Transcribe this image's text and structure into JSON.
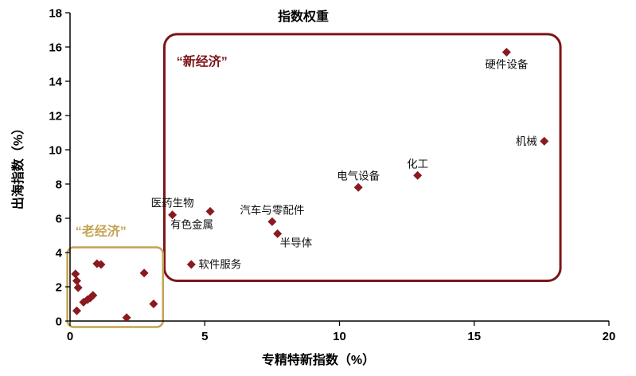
{
  "chart_data": {
    "type": "scatter",
    "title": "指数权重",
    "xlabel": "专精特新指数（%）",
    "ylabel": "出海指数（%）",
    "xlim": [
      0,
      20
    ],
    "ylim": [
      0,
      18
    ],
    "xticks": [
      0,
      5,
      10,
      15,
      20
    ],
    "yticks": [
      0,
      2,
      4,
      6,
      8,
      10,
      12,
      14,
      16,
      18
    ],
    "grid": false,
    "legend": "none",
    "marker": "diamond",
    "colors": {
      "point": "#8a1a1f",
      "new_economy_box": "#7d1518",
      "old_economy_box": "#c4a351",
      "text": "#000000",
      "axis": "#000000"
    },
    "labeled_points": [
      {
        "label": "硬件设备",
        "x": 16.2,
        "y": 15.7,
        "label_side": "below"
      },
      {
        "label": "机械",
        "x": 17.6,
        "y": 10.5,
        "label_side": "left"
      },
      {
        "label": "化工",
        "x": 12.9,
        "y": 8.5,
        "label_side": "above"
      },
      {
        "label": "电气设备",
        "x": 10.7,
        "y": 7.8,
        "label_side": "above"
      },
      {
        "label": "有色金属",
        "x": 5.2,
        "y": 6.4,
        "label_side": "below-left"
      },
      {
        "label": "医药生物",
        "x": 3.8,
        "y": 6.2,
        "label_side": "above"
      },
      {
        "label": "汽车与零配件",
        "x": 7.5,
        "y": 5.8,
        "label_side": "above"
      },
      {
        "label": "半导体",
        "x": 7.7,
        "y": 5.1,
        "label_side": "below-right"
      },
      {
        "label": "软件服务",
        "x": 4.5,
        "y": 3.3,
        "label_side": "right"
      }
    ],
    "unlabeled_points": [
      [
        0.2,
        2.75
      ],
      [
        0.25,
        2.35
      ],
      [
        0.3,
        1.95
      ],
      [
        1.0,
        3.35
      ],
      [
        1.15,
        3.3
      ],
      [
        0.5,
        1.1
      ],
      [
        0.65,
        1.25
      ],
      [
        0.75,
        1.35
      ],
      [
        0.85,
        1.5
      ],
      [
        0.25,
        0.6
      ],
      [
        2.1,
        0.2
      ],
      [
        2.75,
        2.8
      ],
      [
        3.1,
        1.0
      ]
    ],
    "regions": [
      {
        "name": "new-economy-box",
        "label": "“新经济”",
        "x0": 3.5,
        "y0": 2.35,
        "x1": 18.2,
        "y1": 16.75,
        "color": "#7d1518",
        "stroke_width": 3,
        "radius": 16,
        "label_x": 3.95,
        "label_y": 14.9
      },
      {
        "name": "old-economy-box",
        "label": "“老经济”",
        "x0": -0.1,
        "y0": -0.35,
        "x1": 3.45,
        "y1": 4.3,
        "color": "#c4a351",
        "stroke_width": 2.5,
        "radius": 8,
        "label_x": 0.2,
        "label_y": 5.0
      }
    ]
  }
}
